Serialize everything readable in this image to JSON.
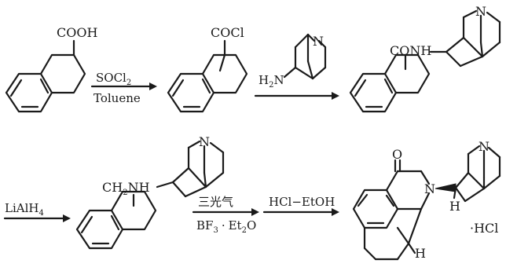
{
  "scheme": {
    "compound_1": {
      "group": "COOH"
    },
    "step_1": {
      "reagent_above_main": "SOCl",
      "reagent_above_sub": "2",
      "reagent_below": "Toluene"
    },
    "compound_2": {
      "group": "COCl"
    },
    "step_2": {
      "amine_prefix_main": "H",
      "amine_prefix_sub": "2",
      "amine_prefix_tail": "N",
      "amine_ring_atom": "N"
    },
    "compound_3": {
      "group": "CONH",
      "ring_atom": "N"
    },
    "step_3": {
      "reagent_main": "LiAlH",
      "reagent_sub": "4"
    },
    "compound_4": {
      "group_main": "CH",
      "group_sub": "2",
      "group_tail": "NH",
      "ring_atom": "N"
    },
    "step_4": {
      "reagent_above": "三光气",
      "reagent_below_a": "BF",
      "reagent_below_a_sub": "3",
      "reagent_below_dot": "·",
      "reagent_below_b": "Et",
      "reagent_below_b_sub": "2",
      "reagent_below_c": "O"
    },
    "step_5": {
      "reagent_above": "HCl−EtOH"
    },
    "product": {
      "carbonyl_o": "O",
      "lactam_n": "N",
      "ring_atom": "N",
      "h_label_1": "H",
      "h_label_2": "H",
      "salt": "·HCl"
    }
  }
}
